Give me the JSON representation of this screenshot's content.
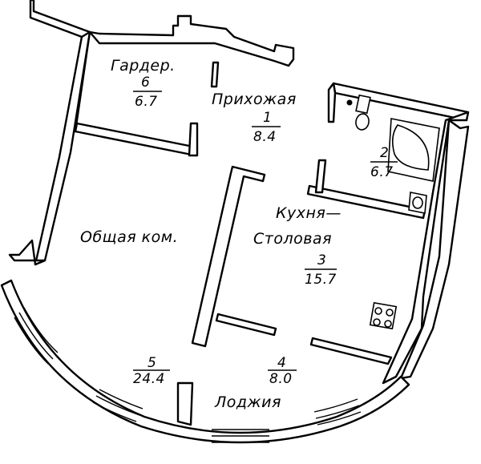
{
  "rooms": {
    "garderob": {
      "name": "Гардер.",
      "number": "6",
      "area": "6.7"
    },
    "hall": {
      "name": "Прихожая",
      "number": "1",
      "area": "8.4"
    },
    "bathroom": {
      "number": "2",
      "area": "6.7"
    },
    "kitchen": {
      "name_line1": "Кухня—",
      "name_line2": "Столовая",
      "number": "3",
      "area": "15.7"
    },
    "living": {
      "name": "Общая ком.",
      "number": "5",
      "area": "24.4"
    },
    "loggia": {
      "name": "Лоджия",
      "number": "4",
      "area": "8.0"
    }
  },
  "style": {
    "line_color": "#000000",
    "background": "#ffffff"
  }
}
